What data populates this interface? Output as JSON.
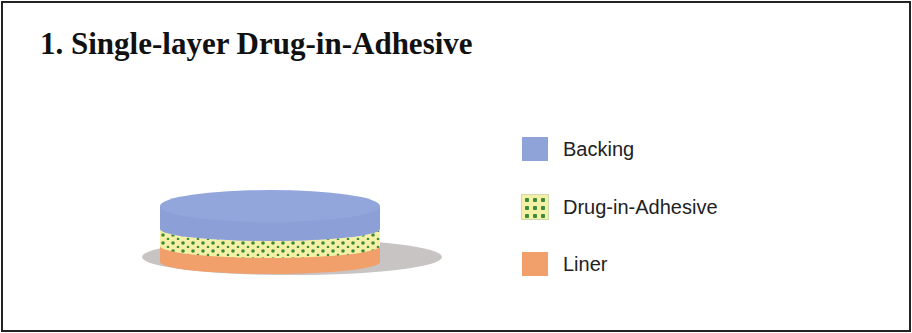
{
  "diagram": {
    "title": "1. Single-layer Drug-in-Adhesive",
    "legend": [
      {
        "text": "Backing",
        "color": "#8fa3d8"
      },
      {
        "text": "Drug-in-Adhesive"
      },
      {
        "text": "Liner",
        "color": "#f19f6b"
      }
    ]
  }
}
